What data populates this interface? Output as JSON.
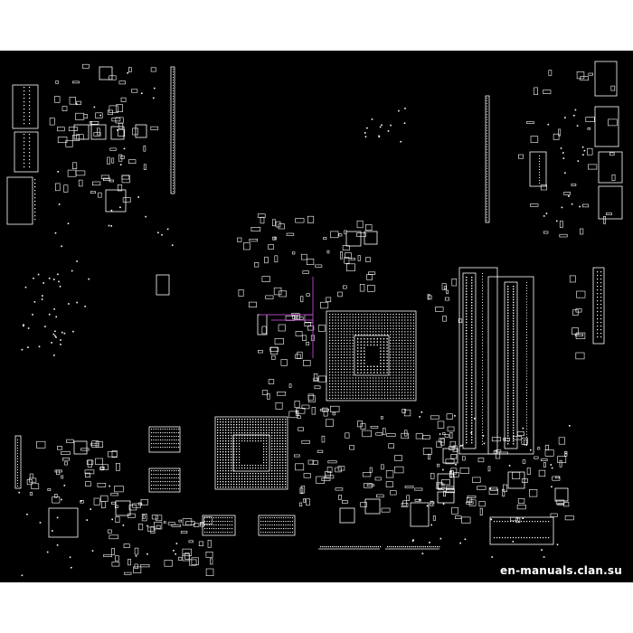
{
  "viewer": {
    "title": "",
    "background_color": "#ffffff",
    "board_color": "#000000",
    "outline_color": "#ffffff",
    "highlight_color": "#b040c0"
  },
  "board": {
    "type": "pcb-boardview-silkscreen",
    "major_components": [
      "cpu-socket-bga",
      "chipset-bga",
      "ram-slot-1",
      "ram-slot-2",
      "io-connectors-left",
      "io-connectors-right",
      "bottom-connector"
    ]
  },
  "watermark": {
    "text": "en-manuals.clan.su"
  }
}
